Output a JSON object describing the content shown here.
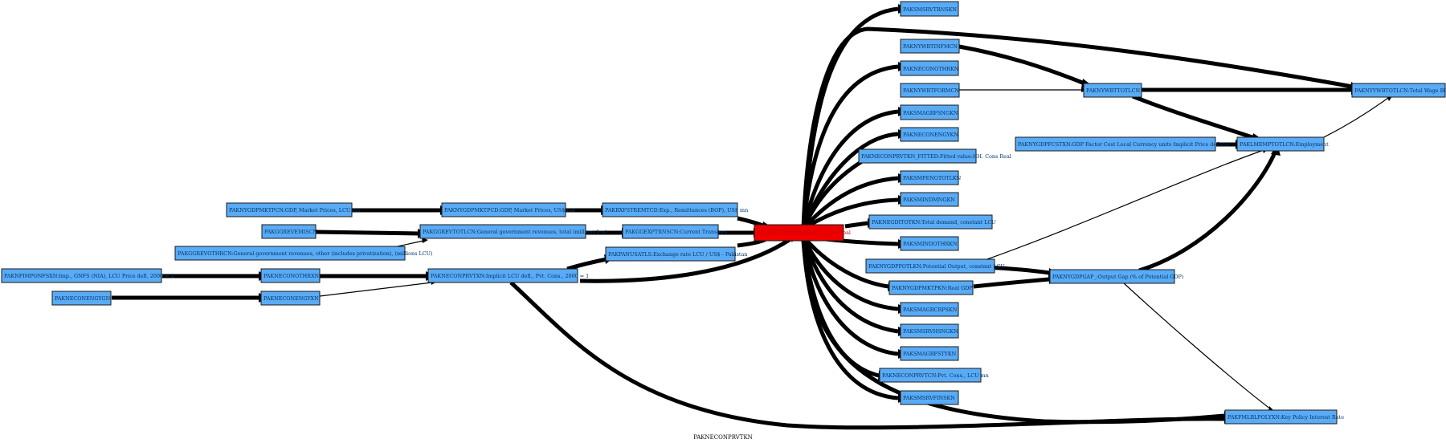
{
  "graph": {
    "caption": "PAKNECONPRVTKN",
    "node_fill": "#5aabf5",
    "target_fill": "#ee0000",
    "nodes": [
      {
        "id": "n_ms_rvtrn",
        "label": "PAKSMSRVTRNSKN"
      },
      {
        "id": "n_wbtinf",
        "label": "PAKNYWBTINFMCN"
      },
      {
        "id": "n_necon_oth",
        "label": "PAKNECONOTHRKN"
      },
      {
        "id": "n_wbtform",
        "label": "PAKNYWBTFORMCN"
      },
      {
        "id": "n_wbttot",
        "label": "PAKNYWBTTOTLCN"
      },
      {
        "id": "n_wagebill",
        "label": "PAKNYYWBTOTLCN:Total Wage Bill"
      },
      {
        "id": "n_smagr",
        "label": "PAKSMAGRFSNGKN"
      },
      {
        "id": "n_econengy",
        "label": "PAKNECONENGYKN"
      },
      {
        "id": "n_gdpfcst",
        "label": "PAKNYGDPFCSTXN:GDP Factor Cost Local Currency units Implicit Price deflator"
      },
      {
        "id": "n_lmemp",
        "label": "PAKLMEMPTOTLCN:Employment"
      },
      {
        "id": "n_fitted",
        "label": "PAKNECONPRVTKN_FITTED:Fitted  value:HH. Cons Real"
      },
      {
        "id": "n_smfengt",
        "label": "PAKSMFENGTOTLKN"
      },
      {
        "id": "n_smind",
        "label": "PAKSMINDMNGKN"
      },
      {
        "id": "n_gdpmkt_lcu",
        "label": "PAKNYGDPMKTPCN:GDP, Market Prices, LCU mn"
      },
      {
        "id": "n_gdpmkt_usd",
        "label": "PAKNYGDPMKTPCD:GDP, Market Prices, US$ mn"
      },
      {
        "id": "n_remit",
        "label": "PAKBXFSTREMTCD:Exp., Remittances (BOP), US$ mn"
      },
      {
        "id": "n_ggrevemis",
        "label": "PAKGGREVEMISCN"
      },
      {
        "id": "n_ggrevtot",
        "label": "PAKGGREVTOTLCN:General government revenues, total (millions lcu)"
      },
      {
        "id": "n_ggexp",
        "label": "PAKGGEXPTRNSCN:Current Transfers"
      },
      {
        "id": "n_target",
        "label": "PAKNECONPRVTKN:HH. Cons Real",
        "target": true
      },
      {
        "id": "n_negdi",
        "label": "PAKNEGDITOTKN:Total demand, constant LCU"
      },
      {
        "id": "n_ggrevoth",
        "label": "PAKGGREVOTHRCN:General government revenues, other (includes privatization), (millions LCU)"
      },
      {
        "id": "n_exchrate",
        "label": "PAKPANUSATLS:Exchange rate LCU / US$ - Pakistan"
      },
      {
        "id": "n_smindo",
        "label": "PAKSMINDOTHRKN"
      },
      {
        "id": "n_potout",
        "label": "PAKNYGDPPOTLKN:Potential Output, constant LCU"
      },
      {
        "id": "n_ffimp",
        "label": "PAKNFIMPONFSXN:Imp., GNFS (NIA), LCU Price defl. 2000 = 1"
      },
      {
        "id": "n_neconoth_x",
        "label": "PAKNECONOTHRXN"
      },
      {
        "id": "n_deflator",
        "label": "PAKNECONPRVTXN:Implicit LCU defl., Pvt. Cons., 2000 = 1"
      },
      {
        "id": "n_outgap",
        "label": "PAKNYGDPGAP_:Output Gap (% of Potential GDP)"
      },
      {
        "id": "n_realgdp",
        "label": "PAKNYGDPMKTPKN:Real GDP"
      },
      {
        "id": "n_necengyg",
        "label": "PAKNECONENGYGN"
      },
      {
        "id": "n_necengyx",
        "label": "PAKNECONENGYXN"
      },
      {
        "id": "n_smagrc",
        "label": "PAKSMAGRCRPSKN"
      },
      {
        "id": "n_smsrvh",
        "label": "PAKSMSRVHSNGKN"
      },
      {
        "id": "n_smagrf",
        "label": "PAKSMAGRFSTYKN"
      },
      {
        "id": "n_prvtcn",
        "label": "PAKNECONPRVTCN:Pvt. Cons., LCU mn"
      },
      {
        "id": "n_smsrvf",
        "label": "PAKSMSRVFINSKN"
      },
      {
        "id": "n_policyrate",
        "label": "PAKFMLBLPOLYXN:Key Policy Interest Rate"
      }
    ]
  }
}
